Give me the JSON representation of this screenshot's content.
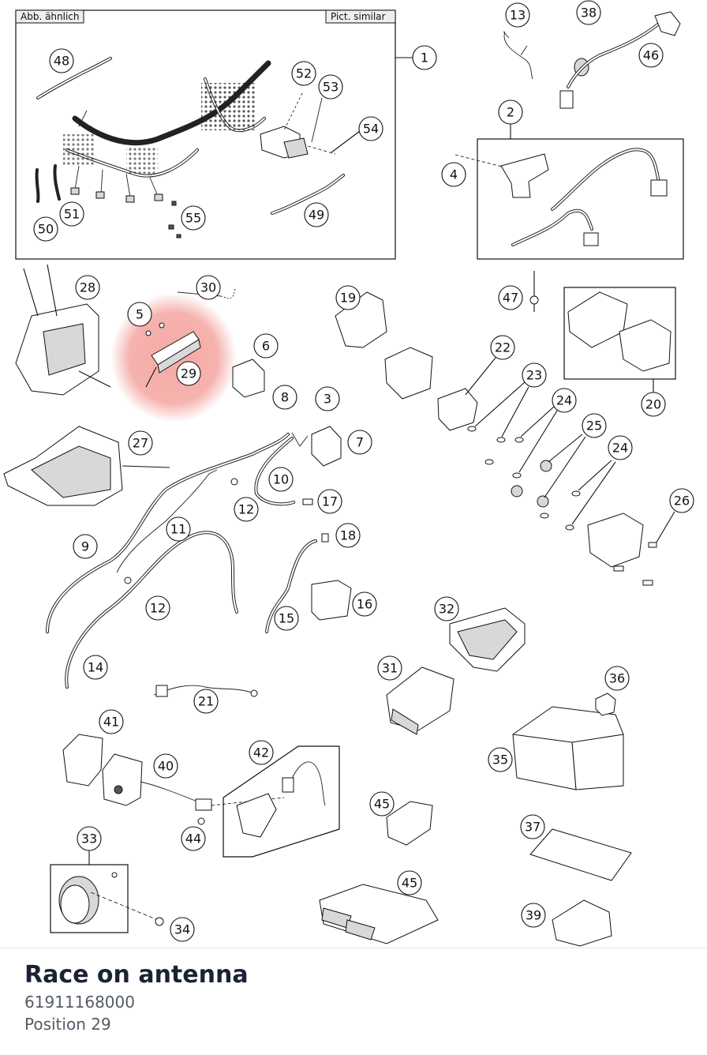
{
  "diagram": {
    "tag_left": "Abb. ähnlich",
    "tag_right": "Pict. similar",
    "highlight_color": "#f4a5a0",
    "callouts": [
      "1",
      "2",
      "3",
      "4",
      "5",
      "6",
      "7",
      "8",
      "9",
      "10",
      "11",
      "12",
      "12",
      "13",
      "14",
      "15",
      "16",
      "17",
      "18",
      "19",
      "20",
      "21",
      "22",
      "23",
      "24",
      "24",
      "25",
      "26",
      "27",
      "28",
      "29",
      "30",
      "31",
      "32",
      "33",
      "34",
      "35",
      "36",
      "37",
      "38",
      "39",
      "40",
      "41",
      "42",
      "44",
      "45",
      "45",
      "46",
      "47",
      "48",
      "49",
      "50",
      "51",
      "52",
      "53",
      "54",
      "55"
    ]
  },
  "part": {
    "name": "Race on antenna",
    "number": "61911168000",
    "position_label": "Position 29"
  }
}
